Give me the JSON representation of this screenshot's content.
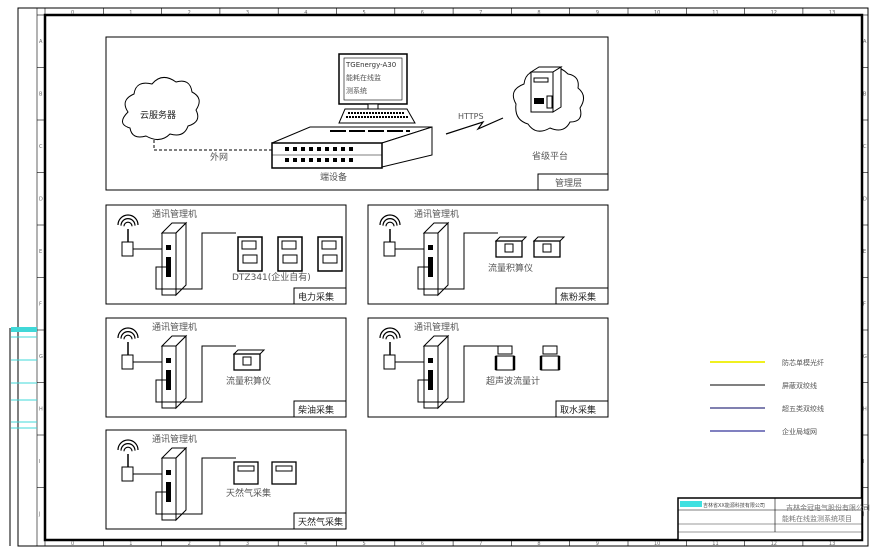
{
  "management": {
    "cloud_server": "云服务器",
    "external_net": "外网",
    "monitor_lines": [
      "TGEnergy-A30",
      "能耗在线监",
      "测系统"
    ],
    "https": "HTTPS",
    "provincial_platform": "省级平台",
    "edge_device": "端设备",
    "layer_label": "管理层"
  },
  "panels": [
    {
      "title": "通讯管理机",
      "device_label": "DTZ341(企业自有)",
      "section": "电力采集",
      "device_type": "meter",
      "count": 3
    },
    {
      "title": "通讯管理机",
      "device_label": "流量积算仪",
      "section": "焦粉采集",
      "device_type": "integrator",
      "count": 2
    },
    {
      "title": "通讯管理机",
      "device_label": "流量积算仪",
      "section": "柴油采集",
      "device_type": "integrator",
      "count": 1
    },
    {
      "title": "通讯管理机",
      "device_label": "超声波流量计",
      "section": "取水采集",
      "device_type": "ultrasonic",
      "count": 2
    },
    {
      "title": "通讯管理机",
      "device_label": "天然气采集",
      "section": "天然气采集",
      "device_type": "gas",
      "count": 2
    }
  ],
  "legend": [
    {
      "label": "防芯单模光纤",
      "color": "#f0f020"
    },
    {
      "label": "屏蔽双绞线",
      "color": "#000000"
    },
    {
      "label": "超五类双绞线",
      "color": "#000060"
    },
    {
      "label": "企业局域网",
      "color": "#000080"
    }
  ],
  "title_block": {
    "company_1": "吉林金冠电气股份有限公司",
    "project": "能耗在线监测系统项目",
    "logo_text": "吉林省XX能源科技有限公司"
  },
  "grid": {
    "columns": [
      "0",
      "1",
      "2",
      "3",
      "4",
      "5",
      "6",
      "7",
      "8",
      "9",
      "10",
      "11",
      "12",
      "13"
    ],
    "rows": [
      "A",
      "B",
      "C",
      "D",
      "E",
      "F",
      "G",
      "H",
      "I",
      "J"
    ]
  }
}
